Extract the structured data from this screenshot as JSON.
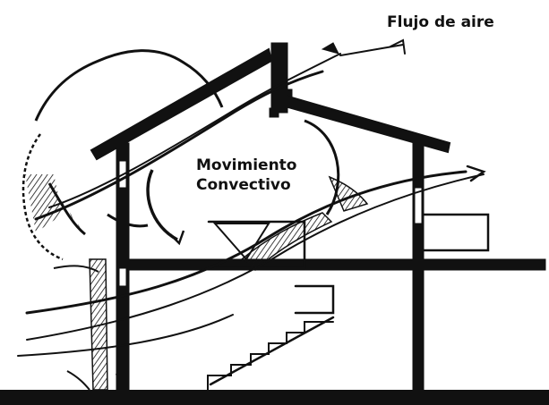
{
  "labels": {
    "air_flow": "Flujo de aire",
    "convective_line1": "Movimiento",
    "convective_line2": "Convectivo"
  },
  "colors": {
    "ink": "#111111",
    "paper": "#ffffff"
  }
}
